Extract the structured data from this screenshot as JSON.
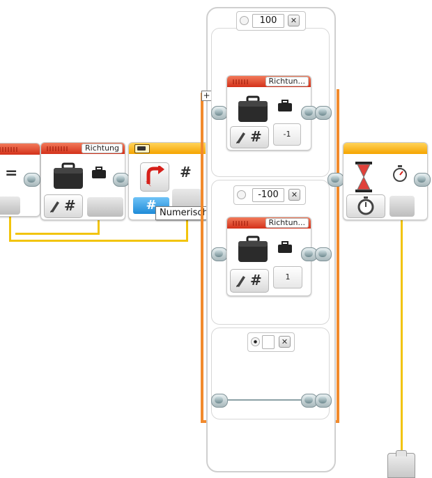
{
  "program": {
    "left_block": {
      "label": "Richtung",
      "value_mode": "#"
    },
    "switch_block": {
      "mode_symbol": "#",
      "tooltip": "Numerisch",
      "mode_button": "#"
    },
    "cases": [
      {
        "value": "100",
        "block_label": "Richtun...",
        "output_value": "-1"
      },
      {
        "value": "-100",
        "block_label": "Richtun...",
        "output_value": "1"
      },
      {
        "value": "",
        "default": true
      }
    ],
    "compare_symbol": "=",
    "add_case_symbol": "+",
    "delete_symbol": "✕"
  },
  "colors": {
    "data_wire": "#f2c40c",
    "switch_border": "#f28a2c",
    "variable_header": "#d3311a",
    "flow_header": "#f5a400"
  },
  "icons": [
    "briefcase-icon",
    "pencil-icon",
    "hash-icon",
    "switch-arrow-icon",
    "hourglass-icon",
    "stopwatch-icon"
  ]
}
